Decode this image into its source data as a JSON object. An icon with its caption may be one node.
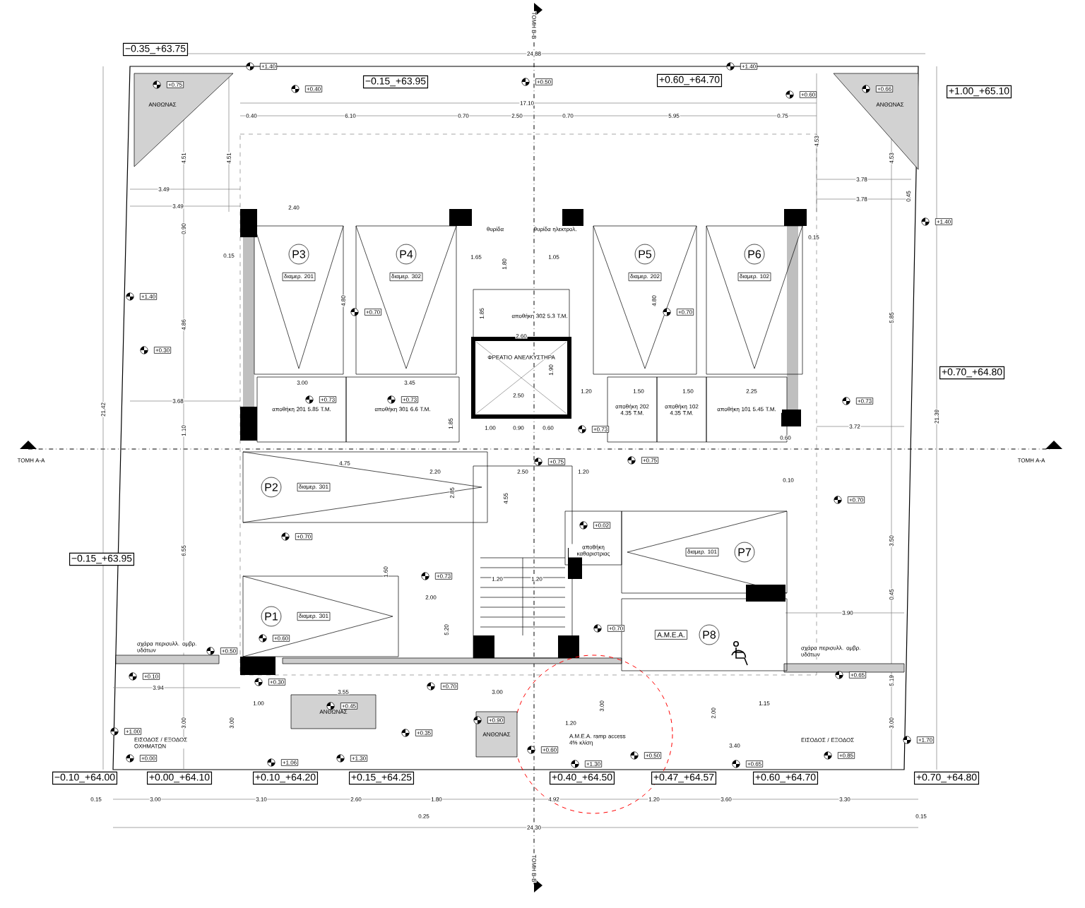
{
  "diagram": {
    "nodes": [
      {
        "text": [
          "ΑΝΘΩΝΑΣ"
        ]
      },
      {
        "text": [
          "ΑΝΘΩΝΑΣ"
        ]
      },
      {
        "text": [
          "P3",
          "διαμερ. 201"
        ]
      },
      {
        "text": [
          "P4",
          "διαμερ. 302"
        ]
      },
      {
        "text": [
          "θυρίδα"
        ]
      },
      {
        "text": [
          "θυρίδα ηλεκτρολ."
        ]
      },
      {
        "text": [
          "P5",
          "διαμερ. 202"
        ]
      },
      {
        "text": [
          "P6",
          "διαμερ. 102"
        ]
      },
      {
        "text": [
          "αποθήκη 302 5.3 Τ.Μ."
        ]
      },
      {
        "text": [
          "ΦΡΕΑΤΙΟ ΑΝΕΛΚΥΣΤΗΡΑ"
        ]
      },
      {
        "text": [
          "αποθήκη 201 5.85 Τ.Μ."
        ]
      },
      {
        "text": [
          "αποθήκη 301 6.6 Τ.Μ."
        ]
      },
      {
        "text": [
          "αποθήκη 202 4.35 Τ.Μ."
        ]
      },
      {
        "text": [
          "αποθήκη 102 4.35 Τ.Μ."
        ]
      },
      {
        "text": [
          "αποθήκη 101 5.45 Τ.Μ."
        ]
      },
      {
        "text": [
          "P2",
          "διαμερ. 301"
        ]
      },
      {
        "text": [
          "αποθήκη καθαριστριας"
        ]
      },
      {
        "text": [
          "διαμερ. 101",
          "P7"
        ]
      },
      {
        "text": [
          "P1",
          "διαμερ. 301"
        ]
      },
      {
        "text": [
          "Α.Μ.Ε.Α.",
          "P8"
        ]
      },
      {
        "text": [
          "ΑΝΘΩΝΑΣ"
        ]
      },
      {
        "text": [
          "ΑΝΘΩΝΑΣ"
        ]
      }
    ],
    "labels": [
      "ΤΟΜΗ Β-Β",
      "24.88",
      "−0.35_+63.75",
      "+1.40",
      "−0.15_+63.95",
      "+0.50",
      "+0.60_+64.70",
      "+1.40",
      "+0.75",
      "+0.40",
      "+0.60",
      "+0.66",
      "+1.00_+65.10",
      "17.10",
      "0.40",
      "6.10",
      "0.70",
      "2.50",
      "0.70",
      "5.95",
      "0.75",
      "4.51",
      "4.51",
      "4.53",
      "4.53",
      "3.49",
      "3.78",
      "3.49",
      "2.40",
      "3.78",
      "0.45",
      "0.90",
      "0.15",
      "0.15",
      "+1.40",
      "1.65",
      "1.05",
      "1.80",
      "4.80",
      "4.80",
      "+1.40",
      "+0.70",
      "+0.70",
      "1.85",
      "2.60",
      "4.86",
      "5.85",
      "+0.30",
      "1.90",
      "+0.70_+64.80",
      "2.50",
      "3.00",
      "3.45",
      "1.20",
      "1.50",
      "1.50",
      "2.25",
      "3.68",
      "+0.73",
      "+0.73",
      "+0.73",
      "21.42",
      "21.39",
      "1.85",
      "1.00",
      "0.90",
      "0.60",
      "+0.73",
      "3.72",
      "1.10",
      "0.60",
      "ΤΟΜΗ Α-Α",
      "4.75",
      "+0.75",
      "+0.75",
      "ΤΟΜΗ Α-Α",
      "2.20",
      "2.50",
      "1.20",
      "0.10",
      "2.85",
      "4.55",
      "+0.70",
      "+0.70",
      "+0.02",
      "6.55",
      "−0.15_+63.95",
      "3.50",
      "1.60",
      "+0.73",
      "2.00",
      "1.20",
      "1.20",
      "5.20",
      "0.45",
      "3.90",
      "+0.70",
      "+0.60",
      "σχάρα περισυλλ. ομβρ. υδάτων",
      "+0.50",
      "σχάρα περισυλλ. ομβρ. υδάτων",
      "+0.10",
      "+0.65",
      "3.94",
      "+0.30",
      "3.55",
      "+0.70",
      "3.00",
      "1.00",
      "+0.45",
      "1.15",
      "5.19",
      "3.00",
      "2.00",
      "3.00",
      "3.00",
      "3.00",
      "+1.00",
      "+0.35",
      "+0.90",
      "1.20",
      "ΕΙΣΟΔΟΣ / ΕΞΟΔΟΣ ΟΧΗΜΑΤΩΝ",
      "Α.Μ.Ε.Α. ramp access 4% κλίση",
      "3.40",
      "ΕΙΣΟΔΟΣ / ΕΞΟΔΟΣ",
      "+1.70",
      "+0.00",
      "+0.60",
      "+0.50",
      "+0.85",
      "+1.06",
      "+1.30",
      "+1.30",
      "+0.65",
      "−0.10_+64.00",
      "+0.00_+64.10",
      "+0.10_+64.20",
      "+0.15_+64.25",
      "+0.40_+64.50",
      "+0.47_+64.57",
      "+0.60_+64.70",
      "+0.70_+64.80",
      "0.15",
      "3.00",
      "3.10",
      "2.60",
      "1.80",
      "4.92",
      "1.20",
      "3.60",
      "3.30",
      "0.25",
      "0.15",
      "24.30",
      "ΤΟΜΗ Β-Β"
    ]
  }
}
